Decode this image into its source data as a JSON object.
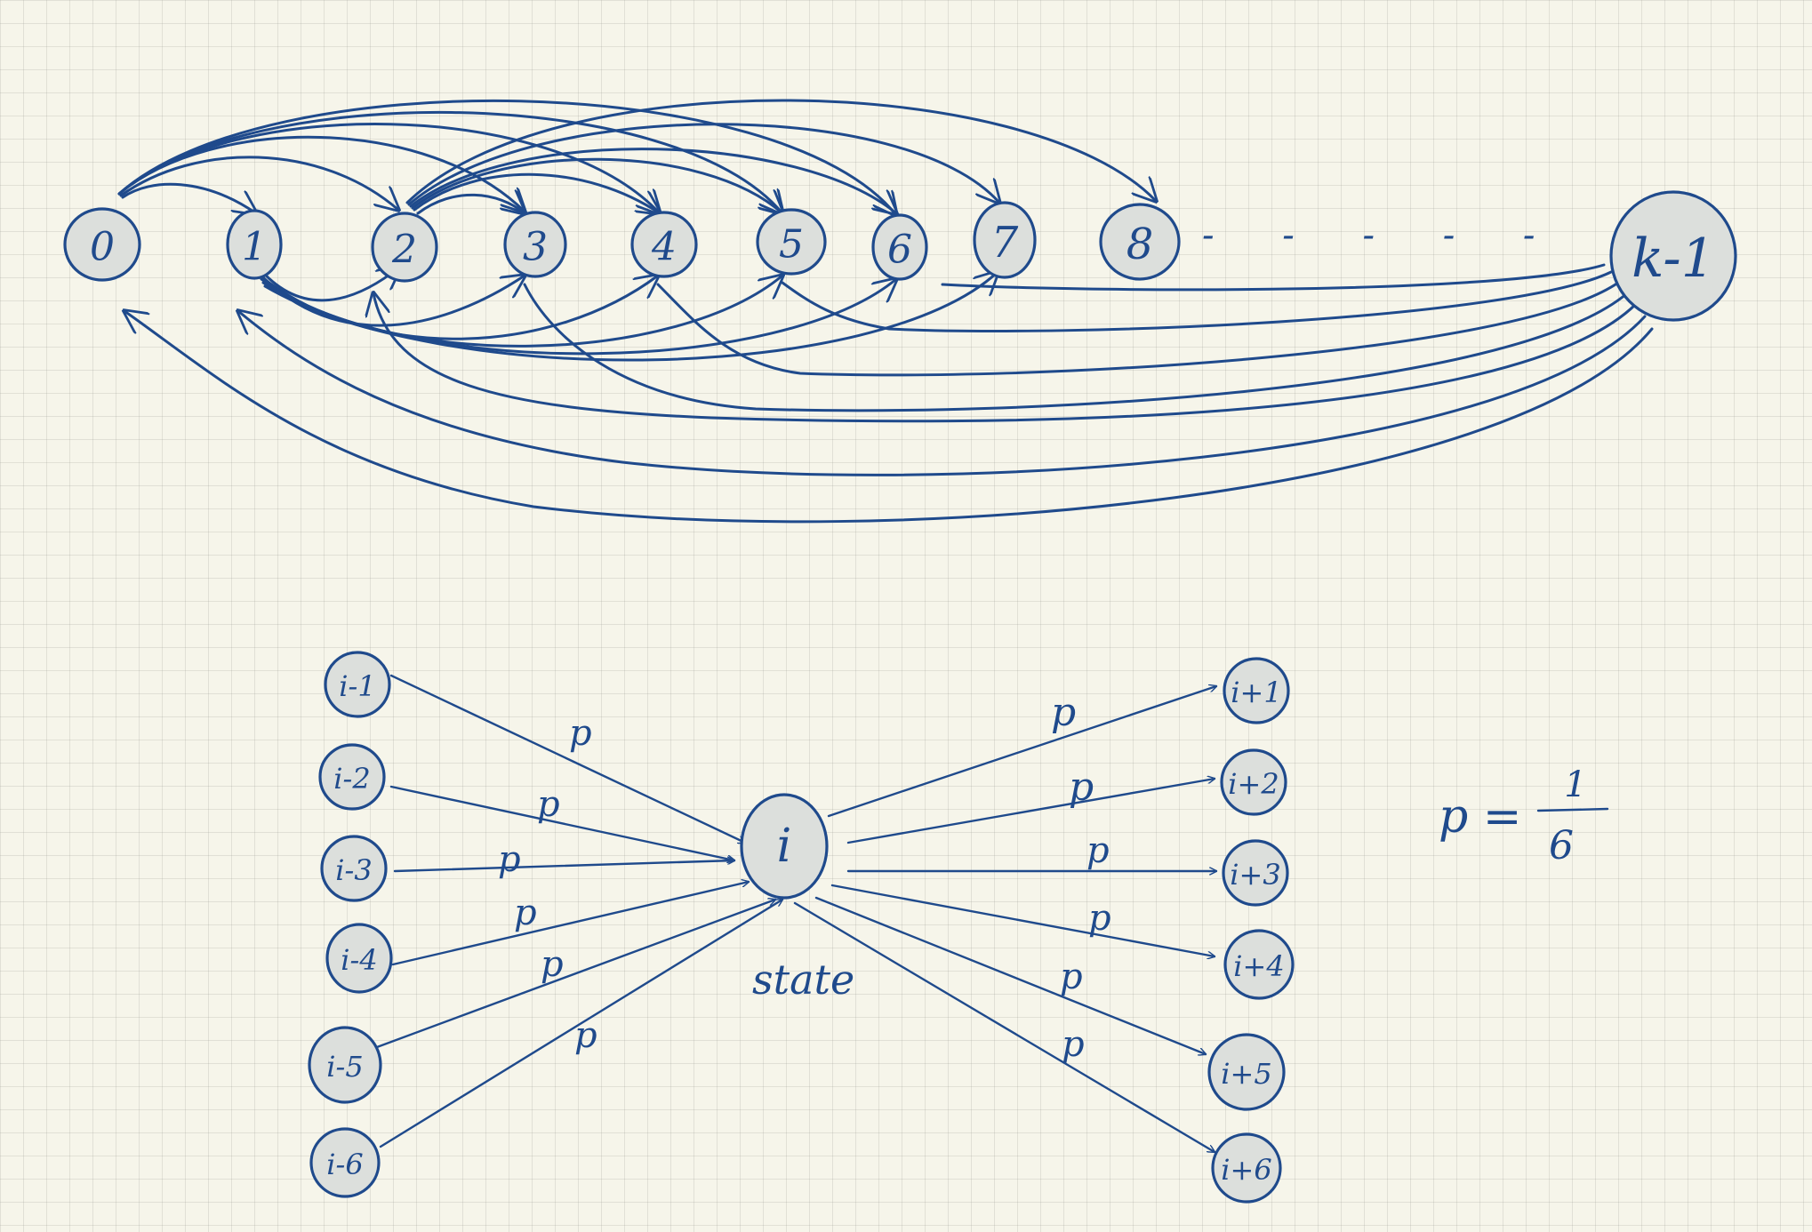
{
  "top_chain": {
    "states": [
      "0",
      "1",
      "2",
      "3",
      "4",
      "5",
      "6",
      "7",
      "8",
      "k-1"
    ],
    "ellipsis": "- - - - -"
  },
  "local_view": {
    "center_state": "i",
    "center_caption": "state",
    "incoming": [
      "i-1",
      "i-2",
      "i-3",
      "i-4",
      "i-5",
      "i-6"
    ],
    "outgoing": [
      "i+1",
      "i+2",
      "i+3",
      "i+4",
      "i+5",
      "i+6"
    ],
    "edge_label": "p"
  },
  "formula": {
    "lhs": "p =",
    "numerator": "1",
    "denominator": "6"
  },
  "colors": {
    "ink": "#1f4a8c",
    "node_fill": "#dcdfdc",
    "paper": "#f6f5ea"
  }
}
